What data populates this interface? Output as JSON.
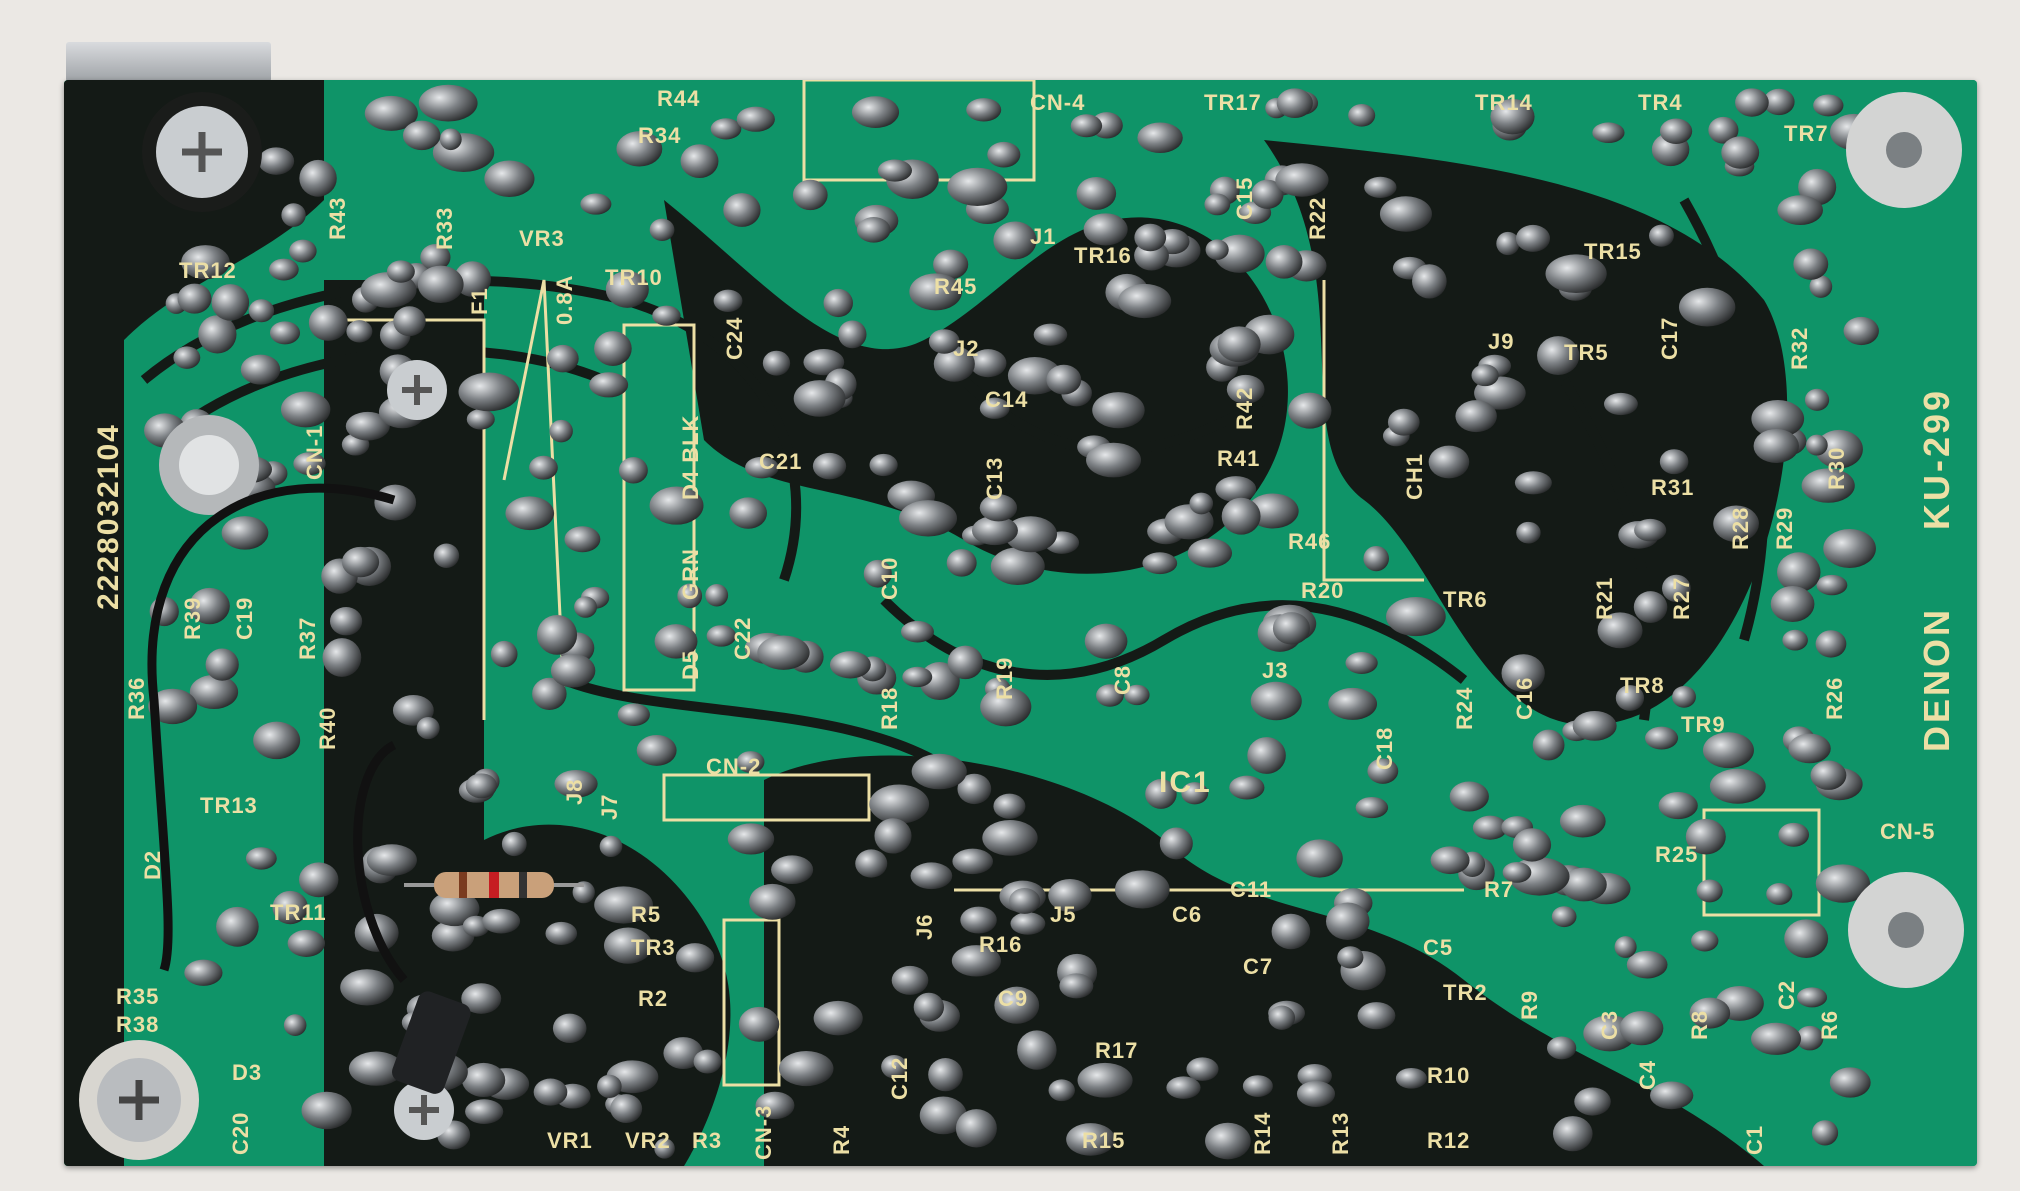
{
  "board": {
    "brand": "DENON",
    "model": "KU-299",
    "part_number": "2228032104"
  },
  "labels": [
    "CN-4",
    "TR17",
    "TR14",
    "TR4",
    "TR7",
    "R44",
    "R34",
    "R43",
    "R33",
    "VR3",
    "0.8A",
    "F1",
    "TR10",
    "TR12",
    "C24",
    "R45",
    "TR16",
    "C15",
    "R22",
    "TR15",
    "J1",
    "J2",
    "J9",
    "TR5",
    "C17",
    "R32",
    "C14",
    "R42",
    "D4 BLK",
    "C21",
    "CN-1",
    "R41",
    "CH1",
    "R31",
    "R30",
    "C13",
    "R46",
    "R28",
    "R29",
    "R27",
    "R21",
    "TR6",
    "R20",
    "C10",
    "GRN",
    "D5",
    "C22",
    "C19",
    "R39",
    "R37",
    "R36",
    "R40",
    "R18",
    "R19",
    "C8",
    "J3",
    "C18",
    "R24",
    "C16",
    "TR8",
    "TR9",
    "R26",
    "CN-2",
    "J8",
    "J7",
    "IC1",
    "CN-5",
    "R25",
    "TR13",
    "D2",
    "TR11",
    "R5",
    "TR3",
    "J6",
    "R16",
    "J5",
    "C11",
    "C6",
    "C7",
    "R7",
    "C5",
    "TR2",
    "R9",
    "C3",
    "R8",
    "C2",
    "R6",
    "C9",
    "R17",
    "R10",
    "R12",
    "R15",
    "R14",
    "R13",
    "C12",
    "R4",
    "CN-3",
    "VR1",
    "VR2",
    "R3",
    "R35",
    "R38",
    "D3",
    "C20",
    "C4",
    "C1",
    "R2"
  ],
  "colors": {
    "board": "#0f9468",
    "ground_plane": "#141a16",
    "silkscreen": "#ecdfa5",
    "solder": "#8a8e92",
    "background": "#ebe8e4"
  }
}
